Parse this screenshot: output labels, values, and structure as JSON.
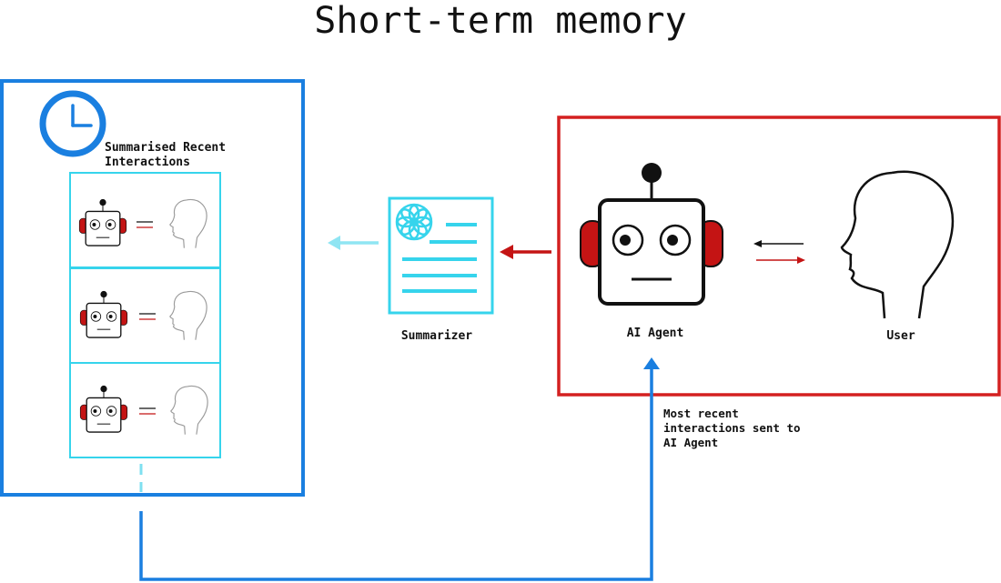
{
  "title": "Short-term memory",
  "memory_panel": {
    "label": "Summarised Recent Interactions",
    "border_color": "#1a7fe0",
    "icons": [
      "clock-icon"
    ],
    "interaction_count": 3
  },
  "summarizer": {
    "label": "Summarizer",
    "color": "#36d4ec",
    "icons": [
      "document-icon",
      "flower-icon"
    ]
  },
  "agent_panel": {
    "agent_label": "AI Agent",
    "user_label": "User",
    "border_color": "#d42020",
    "icons": [
      "robot-icon",
      "user-head-icon"
    ]
  },
  "feedback": {
    "label": "Most recent interactions sent to AI Agent",
    "color": "#1a7fe0"
  }
}
